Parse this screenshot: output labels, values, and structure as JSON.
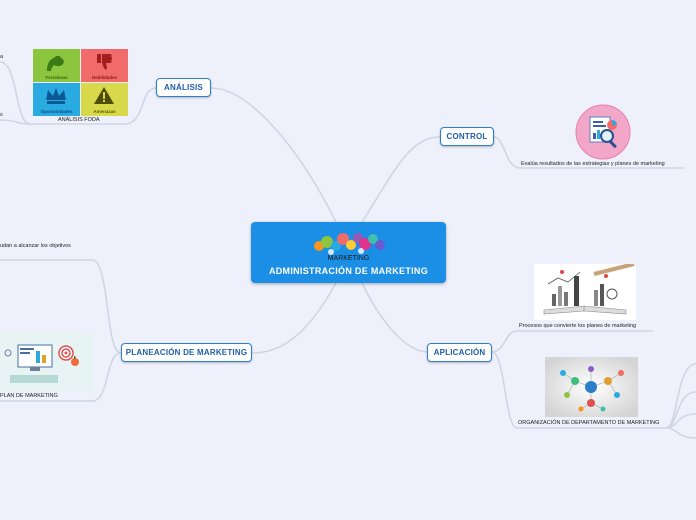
{
  "central": {
    "logo_text": "MARKETING",
    "title": "ADMINISTRACIÓN DE MARKETING"
  },
  "branches": {
    "analisis": {
      "label": "ANÁLISIS",
      "caption": "ANÁLISIS FODA",
      "foda": {
        "f": "Fortalezas",
        "d": "Debilidades",
        "o": "Oportunidades",
        "a": "Amenazas"
      },
      "partial_a": "a",
      "partial_b": "s"
    },
    "control": {
      "label": "CONTROL",
      "caption": "Evalúa resultados de las estrategias y planes de marketing"
    },
    "aplicacion": {
      "label": "APLICACIÓN",
      "caption_1": "Procesos que convierte los planes de marketing",
      "caption_2": "ORGANIZACIÓN DE DEPARTAMENTO DE MARKETING"
    },
    "planeacion": {
      "label": "PLANEACIÓN DE MARKETING",
      "caption_top": "udan a alcanzar los objetivos",
      "caption_bottom": "PLAN DE MARKETING"
    }
  },
  "colors": {
    "background": "#eef1fb",
    "central_fill": "#1b8fe6",
    "node_border": "#2f7fc8",
    "node_text": "#1e5fa8",
    "connector": "#cfd5e6",
    "foda_f": "#8cc63f",
    "foda_d": "#f26b6b",
    "foda_o": "#29abe2",
    "foda_a": "#d7d84a"
  },
  "icons": [
    "muscle-arm-icon",
    "thumbs-down-icon",
    "crown-icon",
    "warning-icon",
    "magnifier-report-icon",
    "target-icon",
    "network-icon"
  ]
}
